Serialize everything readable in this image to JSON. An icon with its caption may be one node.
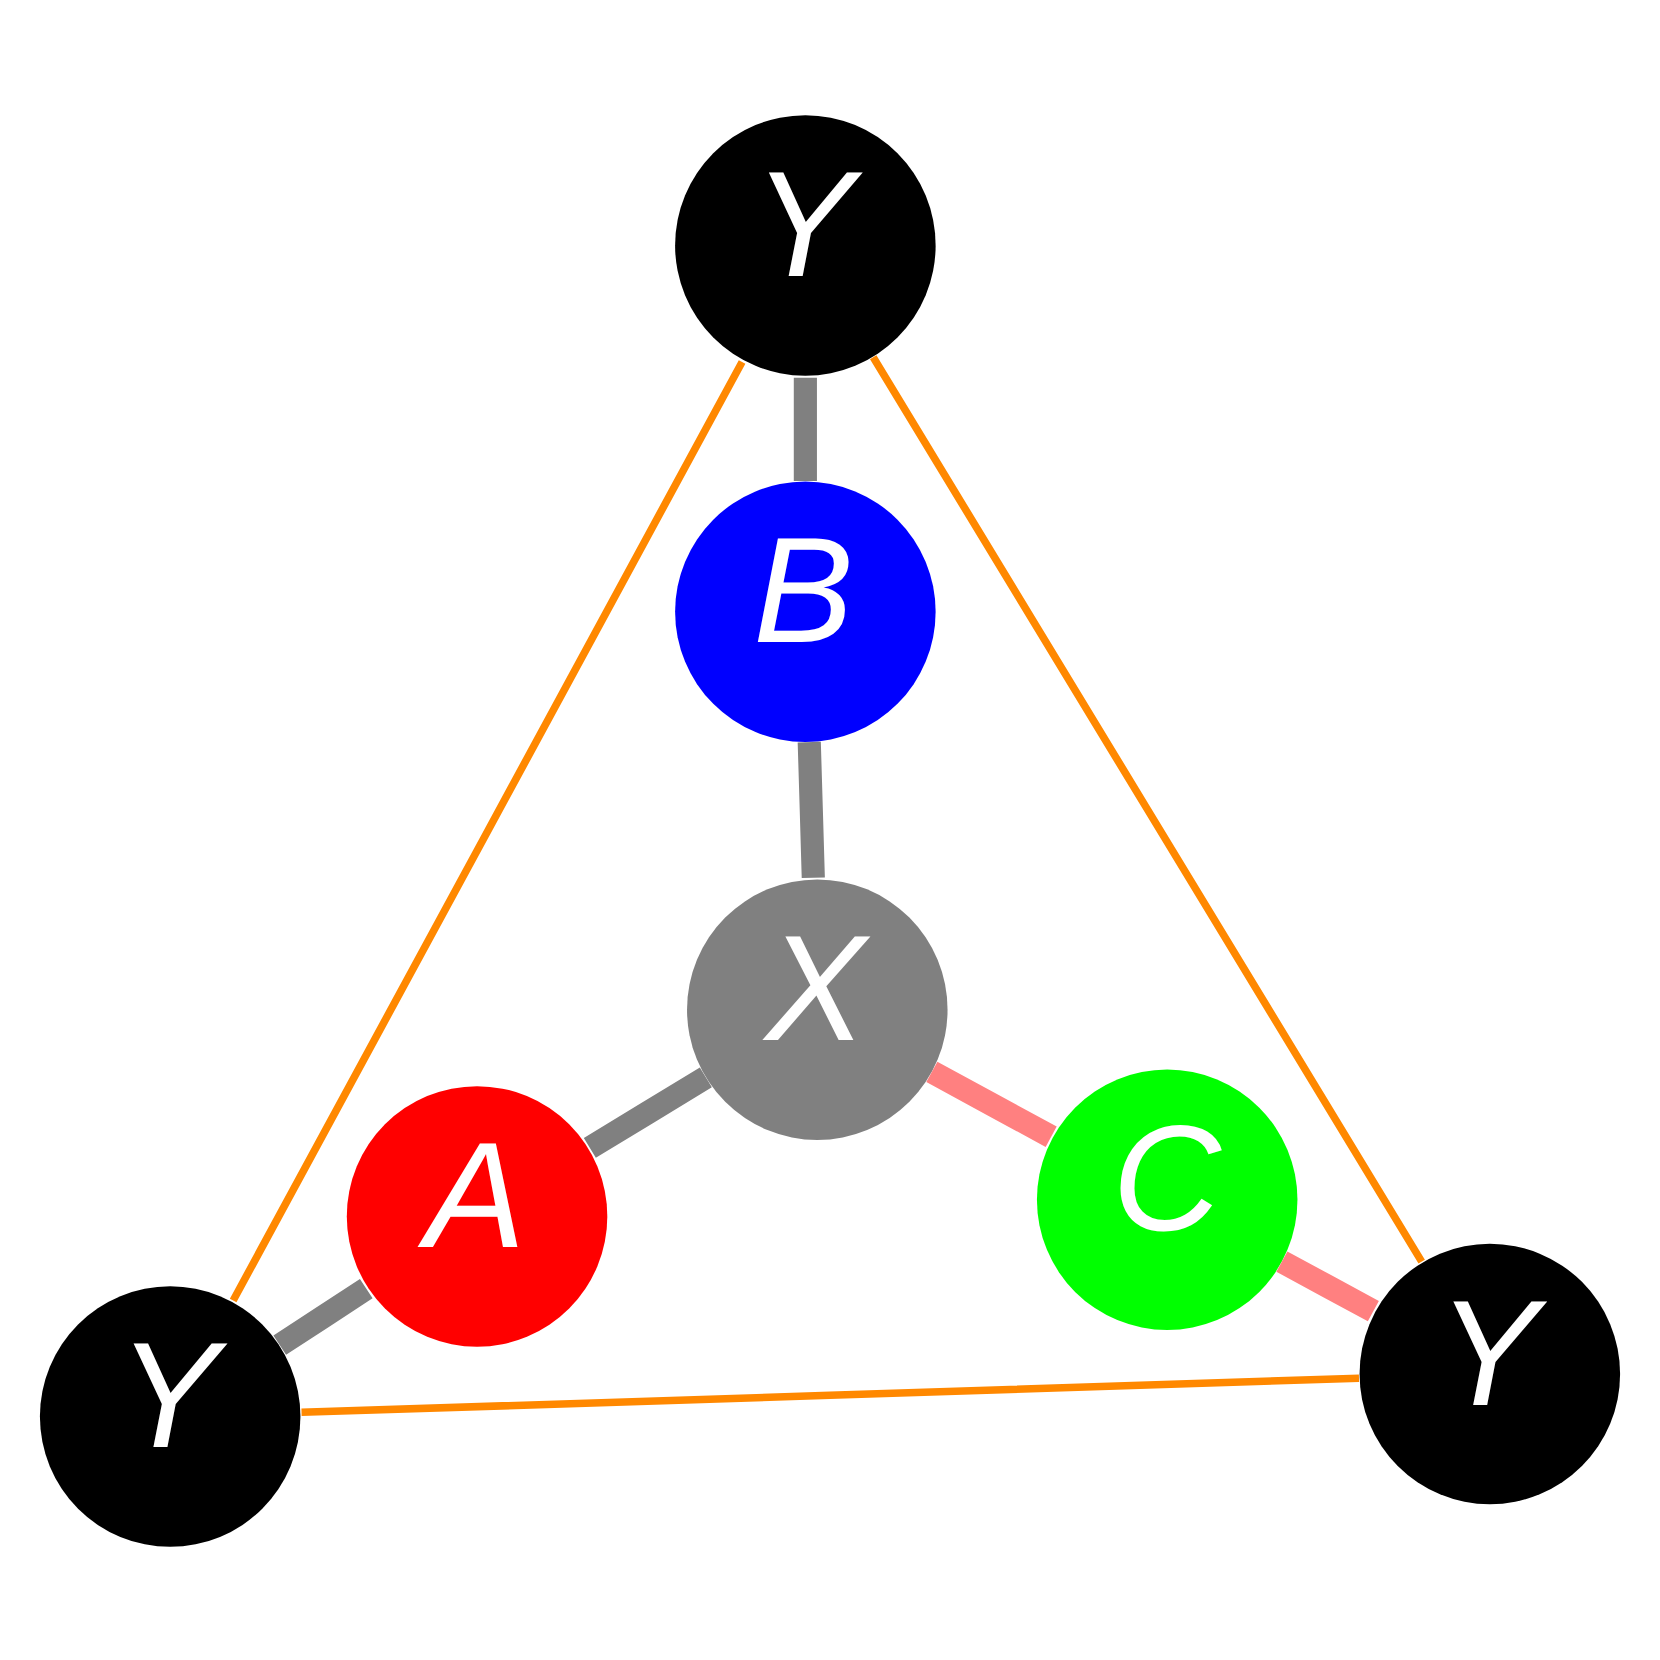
{
  "diagram": {
    "nodes": [
      {
        "text": [
          "Y"
        ]
      },
      {
        "text": [
          "B"
        ]
      },
      {
        "text": [
          "X"
        ]
      },
      {
        "text": [
          "A"
        ]
      },
      {
        "text": [
          "C"
        ]
      },
      {
        "text": [
          "Y"
        ]
      },
      {
        "text": [
          "Y"
        ]
      }
    ],
    "edges": [
      {
        "from": 0,
        "to": 1,
        "arrow": "none"
      },
      {
        "from": 1,
        "to": 2,
        "arrow": "none"
      },
      {
        "from": 2,
        "to": 3,
        "arrow": "none"
      },
      {
        "from": 3,
        "to": 5,
        "arrow": "none"
      },
      {
        "from": 2,
        "to": 4,
        "arrow": "none",
        "color": "#ff8080"
      },
      {
        "from": 4,
        "to": 6,
        "arrow": "none",
        "color": "#ff8080"
      },
      {
        "from": 0,
        "to": 5,
        "arrow": "none",
        "color": "#ff8800"
      },
      {
        "from": 5,
        "to": 6,
        "arrow": "none",
        "color": "#ff8800"
      },
      {
        "from": 6,
        "to": 0,
        "arrow": "none",
        "color": "#ff8800"
      }
    ]
  }
}
